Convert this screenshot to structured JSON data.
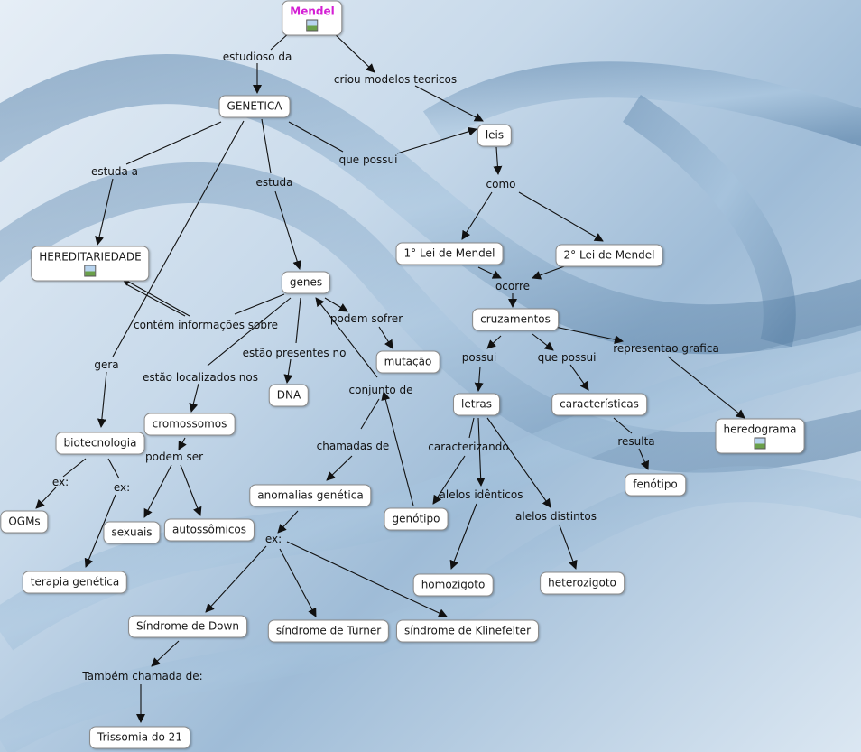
{
  "nodes": {
    "mendel": "Mendel",
    "genetica": "GENETICA",
    "leis": "leis",
    "hereditariedade": "HEREDITARIEDADE",
    "genes": "genes",
    "lei1": "1° Lei de Mendel",
    "lei2": "2° Lei de Mendel",
    "cruzamentos": "cruzamentos",
    "mutacao": "mutação",
    "dna": "DNA",
    "letras": "letras",
    "caracteristicas": "características",
    "heredograma": "heredograma",
    "cromossomos": "cromossomos",
    "biotecnologia": "biotecnologia",
    "fenotipo": "fenótipo",
    "anomalias": "anomalias genética",
    "genotipo": "genótipo",
    "ogms": "OGMs",
    "sexuais": "sexuais",
    "autossomicos": "autossômicos",
    "terapia": "terapia genética",
    "homozigoto": "homozigoto",
    "heterozigoto": "heterozigoto",
    "down": "Síndrome de Down",
    "turner": "síndrome de Turner",
    "klinefelter": "síndrome de Klinefelter",
    "trissomia": "Trissomia do 21"
  },
  "links": {
    "estudioso": "estudioso da",
    "criou": "criou modelos teoricos",
    "estuda_a": "estuda a",
    "que_possui_1": "que possui",
    "estuda": "estuda",
    "como": "como",
    "ocorre": "ocorre",
    "contem": "contém informações sobre",
    "podem_sofrer": "podem sofrer",
    "estao_presentes": "estão presentes no",
    "gera": "gera",
    "estao_localizados": "estão localizados nos",
    "conjunto": "conjunto de",
    "possui": "possui",
    "que_possui_2": "que possui",
    "representao": "representao grafica",
    "chamadas": "chamadas de",
    "caracterizando": "caracterizando",
    "resulta": "resulta",
    "podem_ser": "podem ser",
    "ex1": "ex:",
    "ex2": "ex:",
    "alelos_identicos": "alelos idênticos",
    "alelos_distintos": "alelos distintos",
    "ex3": "ex:",
    "tambem": "Também chamada de:"
  },
  "colors": {
    "title": "#d41fd4",
    "line": "#111111"
  },
  "icons": [
    "image-icon"
  ]
}
